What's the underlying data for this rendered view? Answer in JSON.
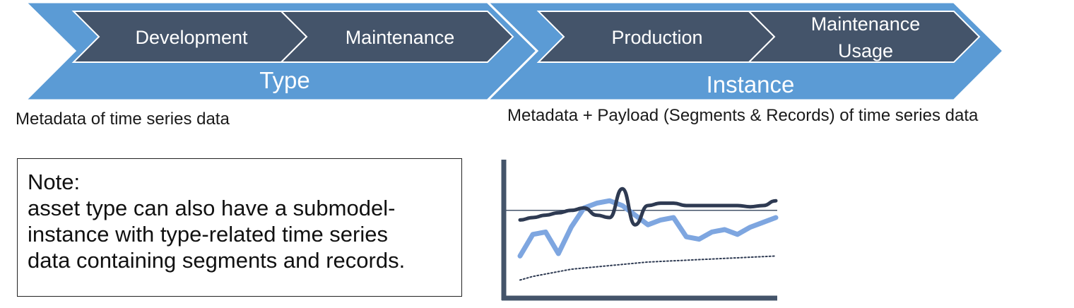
{
  "type_section": {
    "label": "Type",
    "phases": [
      "Development",
      "Maintenance"
    ],
    "caption": "Metadata of time series data"
  },
  "instance_section": {
    "label": "Instance",
    "phases": [
      "Production",
      "Maintenance",
      "Usage"
    ],
    "caption": "Metadata + Payload (Segments & Records) of time series data"
  },
  "note": {
    "lines": [
      "Note:",
      "asset type can also have a submodel-",
      "instance with type-related time series",
      "data containing segments and records."
    ]
  },
  "colors": {
    "outer_chevron": "#5b9bd5",
    "inner_chevron": "#44546a",
    "outer_border": "#ffffff",
    "line_series_light": "#7ea6e0",
    "line_series_dark": "#2e3a52",
    "axis": "#44546a"
  },
  "chart_data": {
    "type": "line",
    "title": "",
    "xlabel": "",
    "ylabel": "",
    "x": [
      0,
      1,
      2,
      3,
      4,
      5,
      6,
      7,
      8,
      9,
      10,
      11,
      12,
      13,
      14,
      15,
      16,
      17,
      18,
      19,
      20
    ],
    "xlim": [
      0,
      20
    ],
    "ylim": [
      0,
      10
    ],
    "reference_line": 6.6,
    "series": [
      {
        "values": [
          2.8,
          4.6,
          4.8,
          3.0,
          5.2,
          6.8,
          7.2,
          7.4,
          7.0,
          6.2,
          5.4,
          5.8,
          6.0,
          4.4,
          4.2,
          4.8,
          5.0,
          4.6,
          5.2,
          5.6,
          6.0
        ],
        "style": "thick-light"
      },
      {
        "values": [
          5.8,
          6.0,
          6.2,
          6.4,
          6.6,
          6.8,
          6.2,
          6.0,
          8.4,
          5.4,
          7.0,
          7.2,
          7.2,
          7.0,
          7.0,
          7.0,
          7.0,
          7.0,
          6.9,
          7.0,
          7.4
        ],
        "style": "thick-dark"
      },
      {
        "values": [
          0.8,
          1.1,
          1.3,
          1.5,
          1.7,
          1.8,
          1.9,
          2.0,
          2.1,
          2.2,
          2.3,
          2.35,
          2.4,
          2.45,
          2.5,
          2.55,
          2.6,
          2.65,
          2.7,
          2.75,
          2.8
        ],
        "style": "dotted"
      }
    ]
  }
}
